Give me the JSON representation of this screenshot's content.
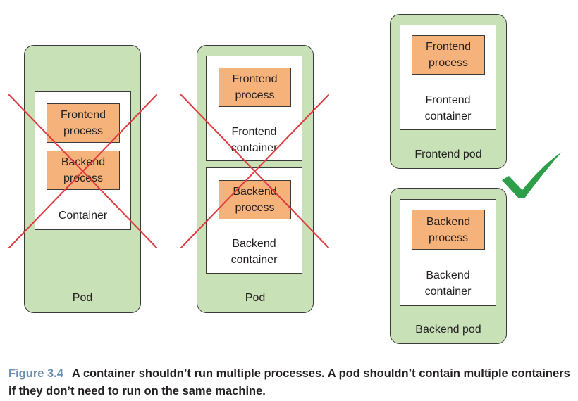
{
  "diagram1": {
    "pod_label": "Pod",
    "container_label": "Container",
    "frontend_process": "Frontend\nprocess",
    "backend_process": "Backend\nprocess"
  },
  "diagram2": {
    "pod_label": "Pod",
    "frontend_container_label": "Frontend\ncontainer",
    "backend_container_label": "Backend\ncontainer",
    "frontend_process": "Frontend\nprocess",
    "backend_process": "Backend\nprocess"
  },
  "diagram3": {
    "frontend_pod_label": "Frontend pod",
    "backend_pod_label": "Backend pod",
    "frontend_container_label": "Frontend\ncontainer",
    "backend_container_label": "Backend\ncontainer",
    "frontend_process": "Frontend\nprocess",
    "backend_process": "Backend\nprocess"
  },
  "caption": {
    "figure_number": "Figure 3.4",
    "text": "A container shouldn’t run multiple processes. A pod shouldn’t contain multiple containers if they don’t need to run on the same machine."
  },
  "colors": {
    "pod_fill": "#c8e1b7",
    "process_fill": "#f5b27a",
    "cross": "#e0393e",
    "check": "#2e9e4a",
    "figure_label": "#6b8fb3"
  },
  "icons": [
    "cross-mark-icon",
    "checkmark-icon"
  ]
}
